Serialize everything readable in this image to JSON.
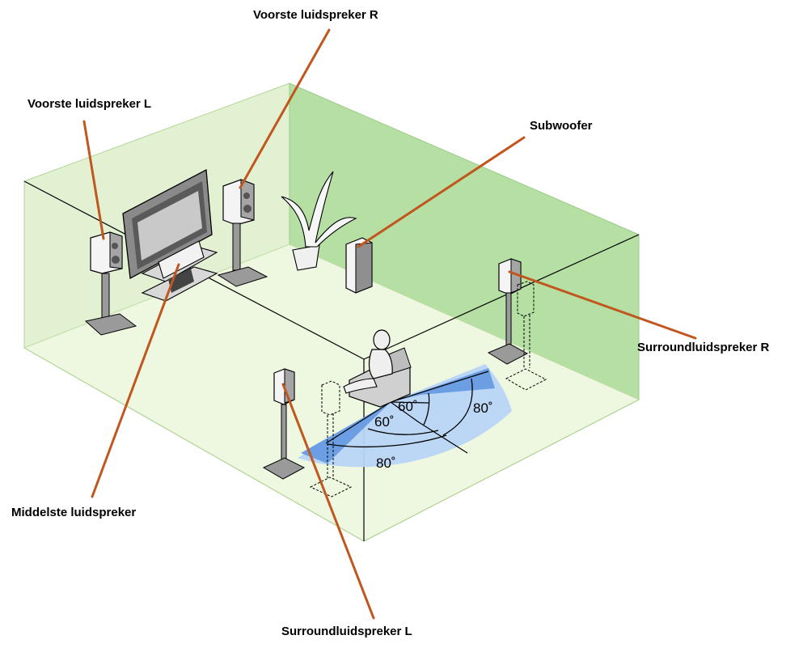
{
  "labels": {
    "front_right": "Voorste luidspreker R",
    "front_left": "Voorste luidspreker L",
    "subwoofer": "Subwoofer",
    "surround_right": "Surroundluidspreker R",
    "center": "Middelste luidspreker",
    "surround_left": "Surroundluidspreker L"
  },
  "angles": {
    "inner_left": "60˚",
    "inner_right": "60˚",
    "outer_right": "80˚",
    "outer_bottom": "80˚"
  },
  "colors": {
    "room_floor": "#eef7df",
    "room_back_wall": "#e3f1d3",
    "room_right_wall": "#b5dfa3",
    "leader_line": "#c1561e",
    "zone_light": "#b7d5f6",
    "zone_dark": "#6c9ee4"
  },
  "icons": [
    "tv-icon",
    "speaker-icon",
    "subwoofer-icon",
    "plant-icon",
    "listener-icon",
    "armchair-icon"
  ]
}
